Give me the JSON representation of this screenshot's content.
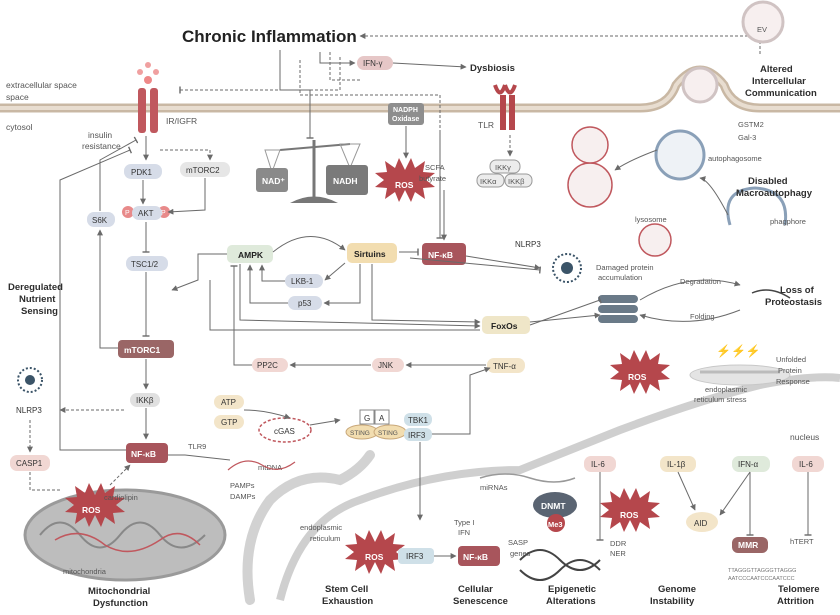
{
  "title": "Chronic Inflammation",
  "membrane": {
    "extracellular": "extracellular space",
    "cytosol": "cytosol",
    "nucleus": "nucleus"
  },
  "receptors": {
    "irigfr": "IR/IGFR",
    "insulin": "insulin",
    "resistance": "resistance",
    "tlr": "TLR"
  },
  "nodes": {
    "ifn_g": "IFN-γ",
    "dysbiosis": "Dysbiosis",
    "nadph1": "NADPH",
    "nadph2": "Oxidase",
    "ros": "ROS",
    "scfa": "SCFA",
    "butyrate": "butyrate",
    "ikkg": "IKKγ",
    "ikka": "IKKα",
    "ikkb": "IKKβ",
    "nad_plus": "NAD⁺",
    "nadh": "NADH",
    "pdk1": "PDK1",
    "mtorc2": "mTORC2",
    "akt": "AKT",
    "p_left": "P",
    "p_right": "P",
    "s6k": "S6K",
    "tsc": "TSC1/2",
    "mtorc1": "mTORC1",
    "ikkb2": "IKKβ",
    "ampk": "AMPK",
    "sirtuins": "Sirtuins",
    "nfkb": "NF-κB",
    "lkb1": "LKB-1",
    "p53": "p53",
    "foxos": "FoxOs",
    "pp2c": "PP2C",
    "jnk": "JNK",
    "tnfa": "TNF-α",
    "nlrp3": "NLRP3",
    "nlrp3_b": "NLRP3",
    "casp1": "CASP1",
    "nfkb_b": "NF-κB",
    "atp": "ATP",
    "gtp": "GTP",
    "cgas": "cGAS",
    "tlr9": "TLR9",
    "mtdna": "mtDNA",
    "sting_g": "G",
    "sting_a": "A",
    "sting1": "STING",
    "sting2": "STING",
    "tbk1": "TBK1",
    "irf3": "IRF3",
    "pamps": "PAMPs",
    "damps": "DAMPs",
    "cardiolipin": "cardiolipin",
    "mitochondria": "mitochondria",
    "er1": "endoplasmic",
    "er2": "reticulum",
    "irf3_b": "IRF3",
    "type1a": "Type I",
    "type1b": "IFN",
    "nfkb_c": "NF-κB",
    "sasp1": "SASP",
    "sasp2": "genes",
    "mirnas": "miRNAs",
    "dnmt": "DNMT",
    "me3": "Me3",
    "il6": "IL-6",
    "il1b": "IL-1β",
    "ifna": "IFN-α",
    "il6b": "IL-6",
    "ddr": "DDR",
    "ner": "NER",
    "aid": "AID",
    "mmr": "MMR",
    "htert": "hTERT",
    "damaged1": "Damaged protein",
    "damaged2": "accumulation",
    "degradation": "Degradation",
    "folding": "Folding",
    "lysosome": "lysosome",
    "autophagosome": "autophagosome",
    "phagphore": "phagphore",
    "gstm2": "GSTM2",
    "gal3": "Gal-3",
    "ev": "EV",
    "upr1": "Unfolded",
    "upr2": "Protein",
    "upr3": "Response",
    "ers1": "endoplasmic",
    "ers2": "reticulum stress",
    "telomere_seq1": "TTAGGGTTAGGGTTAGGG",
    "telomere_seq2": "AATCCCAATCCCAATCCC"
  },
  "hallmarks": {
    "intercellular1": "Altered",
    "intercellular2": "Intercellular",
    "intercellular3": "Communication",
    "autophagy1": "Disabled",
    "autophagy2": "Macroautophagy",
    "proteostasis1": "Loss of",
    "proteostasis2": "Proteostasis",
    "nutrient1": "Deregulated",
    "nutrient2": "Nutrient",
    "nutrient3": "Sensing",
    "mito1": "Mitochondrial",
    "mito2": "Dysfunction",
    "stem1": "Stem Cell",
    "stem2": "Exhaustion",
    "senescence1": "Cellular",
    "senescence2": "Senescence",
    "epigenetic1": "Epigenetic",
    "epigenetic2": "Alterations",
    "genome1": "Genome",
    "genome2": "Instability",
    "telomere1": "Telomere",
    "telomere2": "Attrition"
  },
  "colors": {
    "membrane": "#c9b8a4",
    "ros": "#b5474c",
    "nfkb": "#a8555c",
    "mtorc1": "#9a6666",
    "sirtuins": "#f2ddb0",
    "foxos": "#efe6c8"
  }
}
